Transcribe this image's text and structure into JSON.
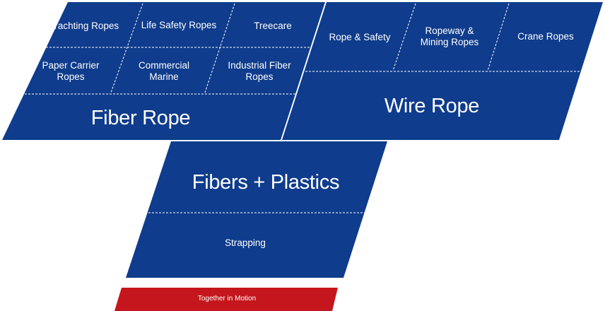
{
  "colors": {
    "blue": "#0f3c8c",
    "red": "#c4161c",
    "divider": "#ffffff",
    "text": "#ffffff"
  },
  "fiber_rope": {
    "title": "Fiber Rope",
    "items": [
      "Yachting Ropes",
      "Life Safety Ropes",
      "Treecare",
      "Paper Carrier Ropes",
      "Commercial Marine",
      "Industrial Fiber Ropes"
    ]
  },
  "wire_rope": {
    "title": "Wire Rope",
    "items": [
      "Rope &  Safety",
      "Ropeway & Mining Ropes",
      "Crane Ropes"
    ]
  },
  "fibers_plastics": {
    "title": "Fibers + Plastics",
    "items": [
      "Strapping"
    ]
  },
  "tagline": "Together in Motion"
}
